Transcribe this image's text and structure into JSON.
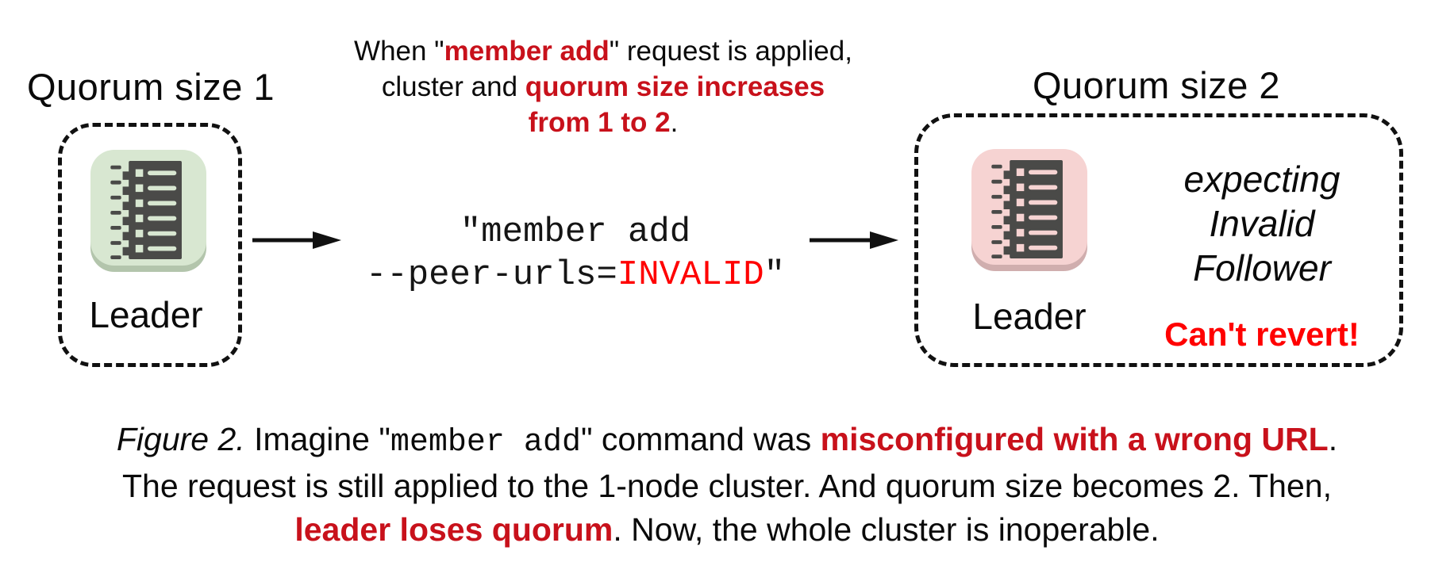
{
  "left_group": {
    "heading": "Quorum size 1",
    "node_label": "Leader"
  },
  "right_group": {
    "heading": "Quorum size 2",
    "node_label": "Leader",
    "expecting_lines": [
      "expecting",
      "Invalid",
      "Follower"
    ],
    "warning": "Can't revert!"
  },
  "annotation": {
    "line1": {
      "pre": "When \"",
      "red": "member add",
      "post": "\" request is applied,"
    },
    "line2": {
      "pre": "cluster and ",
      "red": "quorum size increases"
    },
    "line3": {
      "red": "from 1 to 2",
      "post": "."
    }
  },
  "command": {
    "line1": "\"member add",
    "line2": {
      "pre": "--peer-urls=",
      "red": "INVALID",
      "post": "\""
    }
  },
  "caption": {
    "line1": {
      "fig": "Figure 2.",
      "pre": " Imagine \"",
      "code": "member add",
      "mid": "\" command was ",
      "red": "misconfigured with a wrong URL",
      "post": "."
    },
    "line2": "The request is still applied to the 1-node cluster. And quorum size becomes 2. Then,",
    "line3": {
      "red": "leader loses quorum",
      "post": ". Now, the whole cluster is inoperable."
    }
  },
  "colors": {
    "red_bold": "#c8111b",
    "red_pure": "#ff0000",
    "green_tile": "#d8e7d1",
    "green_tile_shadow": "#b3c5ac",
    "pink_tile": "#f6d3d2",
    "pink_tile_shadow": "#d0aeae",
    "glyph_dark": "#4a4a48",
    "line_black": "#111111"
  }
}
